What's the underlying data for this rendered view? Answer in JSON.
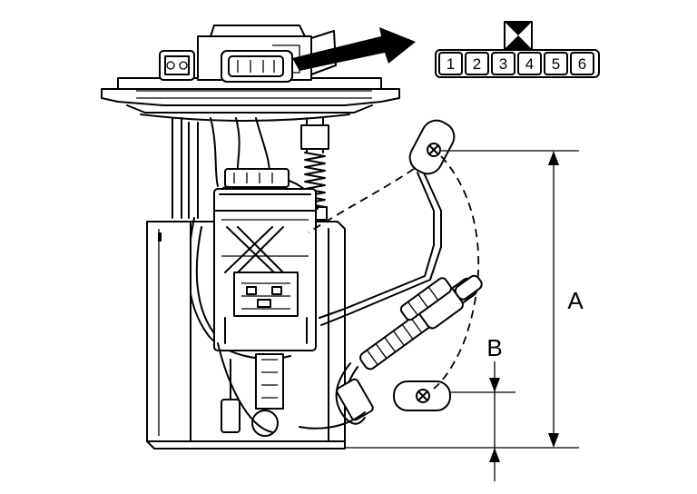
{
  "figure": {
    "dimension_a_label": "A",
    "dimension_b_label": "B"
  },
  "connector": {
    "pins": [
      "1",
      "2",
      "3",
      "4",
      "5",
      "6"
    ],
    "marked_pin": "3"
  }
}
